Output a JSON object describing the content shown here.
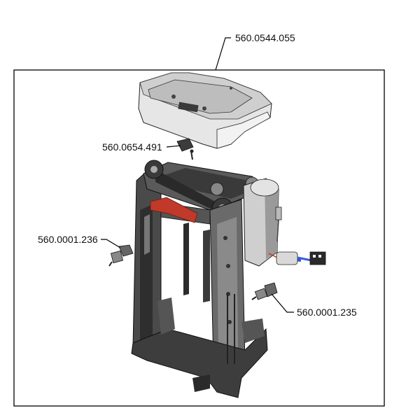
{
  "diagram": {
    "part_numbers": {
      "top_cover": "560.0544.055",
      "small_clip": "560.0654.491",
      "left_fitting": "560.0001.236",
      "right_fitting": "560.0001.235"
    },
    "colors": {
      "frame": "#4a4a4a",
      "frame_dark": "#2a2a2a",
      "cover": "#d9d9d9",
      "accent_red": "#c0392b",
      "motor_silver": "#bfbfbf",
      "cable_blue": "#3b5bdb",
      "cable_red": "#d0311f"
    }
  }
}
